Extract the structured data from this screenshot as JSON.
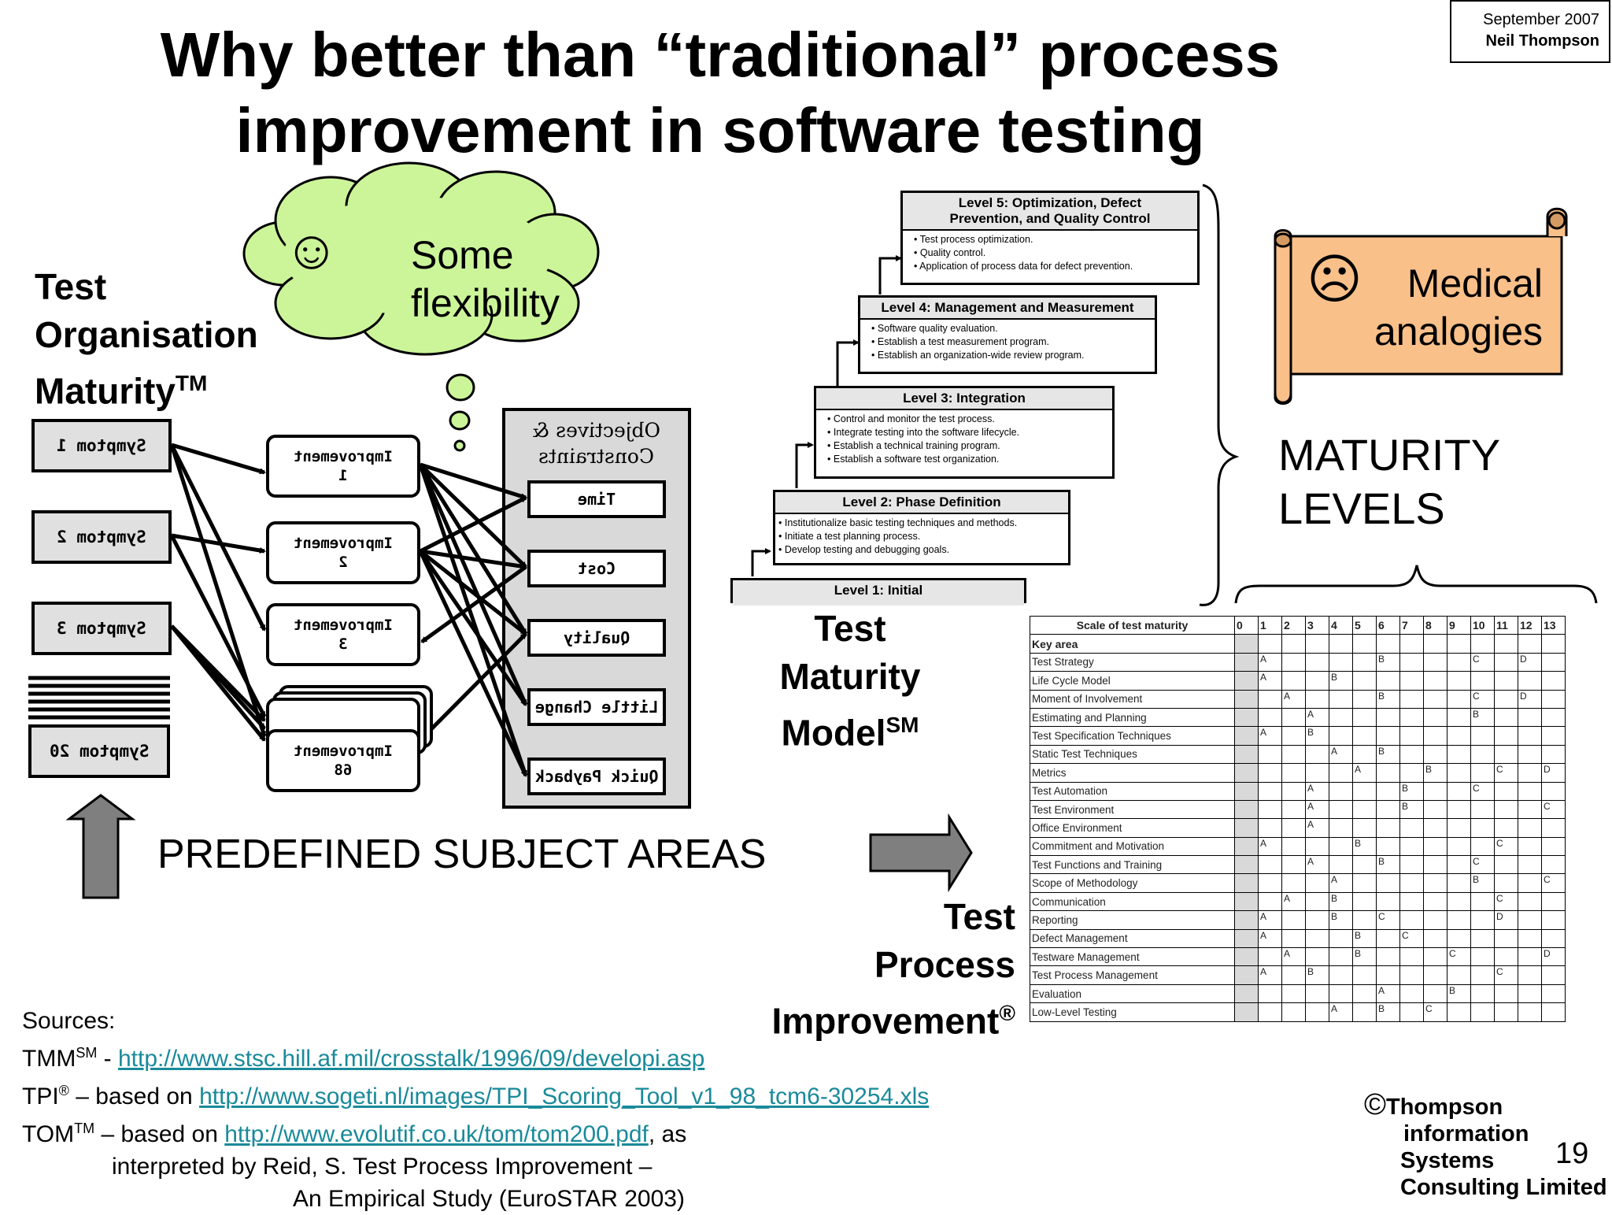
{
  "header": {
    "title_line1": "Why better than “traditional” process",
    "title_line2": "improvement in software testing",
    "date": "September 2007",
    "author": "Neil Thompson"
  },
  "tom": {
    "title_1": "Test",
    "title_2": "Organisation",
    "title_3": "Maturity",
    "title_tm": "TM",
    "cloud_line1": "Some",
    "cloud_line2": "flexibility",
    "cloud_face": "☺",
    "symptoms": [
      "Symptom 1",
      "Symptom 2",
      "Symptom 3",
      "Symptom 20"
    ],
    "improvements": [
      {
        "line1": "Improvement",
        "line2": "1"
      },
      {
        "line1": "Improvement",
        "line2": "2"
      },
      {
        "line1": "Improvement",
        "line2": "3"
      },
      {
        "line1": "Improvement",
        "line2": "68"
      }
    ],
    "objectives_title_1": "Objectives &",
    "objectives_title_2": "Constraints",
    "objectives": [
      "Time",
      "Cost",
      "Quality",
      "Little Change",
      "Quick Payback"
    ],
    "predefined": "PREDEFINED SUBJECT AREAS"
  },
  "tmm": {
    "label_1": "Test",
    "label_2": "Maturity",
    "label_3": "Model",
    "label_sm": "SM",
    "levels": [
      {
        "title_1": "Level 5: Optimization, Defect",
        "title_2": "Prevention, and Quality Control",
        "items": [
          "Test process optimization.",
          "Quality control.",
          "Application of process data for defect prevention."
        ]
      },
      {
        "title_1": "Level 4: Management and Measurement",
        "items": [
          "Software quality evaluation.",
          "Establish a test measurement program.",
          "Establish an organization-wide review program."
        ]
      },
      {
        "title_1": "Level 3: Integration",
        "items": [
          "Control and monitor the test process.",
          "Integrate testing into the software lifecycle.",
          "Establish a technical training program.",
          "Establish a software test organization."
        ]
      },
      {
        "title_1": "Level 2: Phase Definition",
        "items": [
          "Institutionalize basic testing techniques and methods.",
          "Initiate a test planning process.",
          "Develop testing and debugging goals."
        ]
      },
      {
        "title_1": "Level 1: Initial"
      }
    ]
  },
  "medical": {
    "face": "☹",
    "line1": "Medical",
    "line2": "analogies"
  },
  "maturity_levels": {
    "line1": "MATURITY",
    "line2": "LEVELS"
  },
  "tpi": {
    "label_1": "Test",
    "label_2": "Process",
    "label_3": "Improvement",
    "label_reg": "®",
    "header_scale": "Scale of test maturity",
    "header_key": "Key area",
    "columns": [
      "0",
      "1",
      "2",
      "3",
      "4",
      "5",
      "6",
      "7",
      "8",
      "9",
      "10",
      "11",
      "12",
      "13"
    ],
    "rows": [
      {
        "name": "Test Strategy",
        "cells": [
          "",
          "A",
          "",
          "",
          "",
          "",
          "B",
          "",
          "",
          "",
          "C",
          "",
          "D",
          ""
        ]
      },
      {
        "name": "Life Cycle Model",
        "cells": [
          "",
          "A",
          "",
          "",
          "B",
          "",
          "",
          "",
          "",
          "",
          "",
          "",
          "",
          ""
        ]
      },
      {
        "name": "Moment of Involvement",
        "cells": [
          "",
          "",
          "A",
          "",
          "",
          "",
          "B",
          "",
          "",
          "",
          "C",
          "",
          "D",
          ""
        ]
      },
      {
        "name": "Estimating and Planning",
        "cells": [
          "",
          "",
          "",
          "A",
          "",
          "",
          "",
          "",
          "",
          "",
          "B",
          "",
          "",
          ""
        ]
      },
      {
        "name": "Test Specification Techniques",
        "cells": [
          "",
          "A",
          "",
          "B",
          "",
          "",
          "",
          "",
          "",
          "",
          "",
          "",
          "",
          ""
        ]
      },
      {
        "name": "Static Test Techniques",
        "cells": [
          "",
          "",
          "",
          "",
          "A",
          "",
          "B",
          "",
          "",
          "",
          "",
          "",
          "",
          ""
        ]
      },
      {
        "name": "Metrics",
        "cells": [
          "",
          "",
          "",
          "",
          "",
          "A",
          "",
          "",
          "B",
          "",
          "",
          "C",
          "",
          "D"
        ]
      },
      {
        "name": "Test Automation",
        "cells": [
          "",
          "",
          "",
          "A",
          "",
          "",
          "",
          "B",
          "",
          "",
          "C",
          "",
          "",
          ""
        ]
      },
      {
        "name": "Test Environment",
        "cells": [
          "",
          "",
          "",
          "A",
          "",
          "",
          "",
          "B",
          "",
          "",
          "",
          "",
          "",
          "C"
        ]
      },
      {
        "name": "Office Environment",
        "cells": [
          "",
          "",
          "",
          "A",
          "",
          "",
          "",
          "",
          "",
          "",
          "",
          "",
          "",
          ""
        ]
      },
      {
        "name": "Commitment and Motivation",
        "cells": [
          "",
          "A",
          "",
          "",
          "",
          "B",
          "",
          "",
          "",
          "",
          "",
          "C",
          "",
          ""
        ]
      },
      {
        "name": "Test Functions and Training",
        "cells": [
          "",
          "",
          "",
          "A",
          "",
          "",
          "B",
          "",
          "",
          "",
          "C",
          "",
          "",
          ""
        ]
      },
      {
        "name": "Scope of Methodology",
        "cells": [
          "",
          "",
          "",
          "",
          "A",
          "",
          "",
          "",
          "",
          "",
          "B",
          "",
          "",
          "C"
        ]
      },
      {
        "name": "Communication",
        "cells": [
          "",
          "",
          "A",
          "",
          "B",
          "",
          "",
          "",
          "",
          "",
          "",
          "C",
          "",
          ""
        ]
      },
      {
        "name": "Reporting",
        "cells": [
          "",
          "A",
          "",
          "",
          "B",
          "",
          "C",
          "",
          "",
          "",
          "",
          "D",
          "",
          ""
        ]
      },
      {
        "name": "Defect Management",
        "cells": [
          "",
          "A",
          "",
          "",
          "",
          "B",
          "",
          "C",
          "",
          "",
          "",
          "",
          "",
          ""
        ]
      },
      {
        "name": "Testware Management",
        "cells": [
          "",
          "",
          "A",
          "",
          "",
          "B",
          "",
          "",
          "",
          "C",
          "",
          "",
          "",
          "D"
        ]
      },
      {
        "name": "Test Process Management",
        "cells": [
          "",
          "A",
          "",
          "B",
          "",
          "",
          "",
          "",
          "",
          "",
          "",
          "C",
          "",
          ""
        ]
      },
      {
        "name": "Evaluation",
        "cells": [
          "",
          "",
          "",
          "",
          "",
          "",
          "A",
          "",
          "",
          "B",
          "",
          "",
          "",
          ""
        ]
      },
      {
        "name": "Low-Level Testing",
        "cells": [
          "",
          "",
          "",
          "",
          "A",
          "",
          "B",
          "",
          "C",
          "",
          "",
          "",
          "",
          ""
        ]
      }
    ]
  },
  "sources": {
    "heading": "Sources:",
    "tmm_prefix": "TMM",
    "tmm_sup": "SM",
    "tmm_sep": " - ",
    "tmm_url": "http://www.stsc.hill.af.mil/crosstalk/1996/09/developi.asp",
    "tpi_prefix": "TPI",
    "tpi_sup": "®",
    "tpi_sep": " – based on ",
    "tpi_url": "http://www.sogeti.nl/images/TPI_Scoring_Tool_v1_98_tcm6-30254.xls",
    "tom_prefix": "TOM",
    "tom_sup": "TM",
    "tom_sep": " – based on ",
    "tom_url": "http://www.evolutif.co.uk/tom/tom200.pdf",
    "tom_suffix": ", as",
    "line5": "interpreted by Reid, S. Test Process Improvement –",
    "line6": "An Empirical Study (EuroSTAR 2003)"
  },
  "footer": {
    "copyright_symbol": "©",
    "company_1": "Thompson",
    "company_2": "information",
    "company_3": "Systems",
    "company_4": "Consulting Limited",
    "page_number": "19"
  }
}
